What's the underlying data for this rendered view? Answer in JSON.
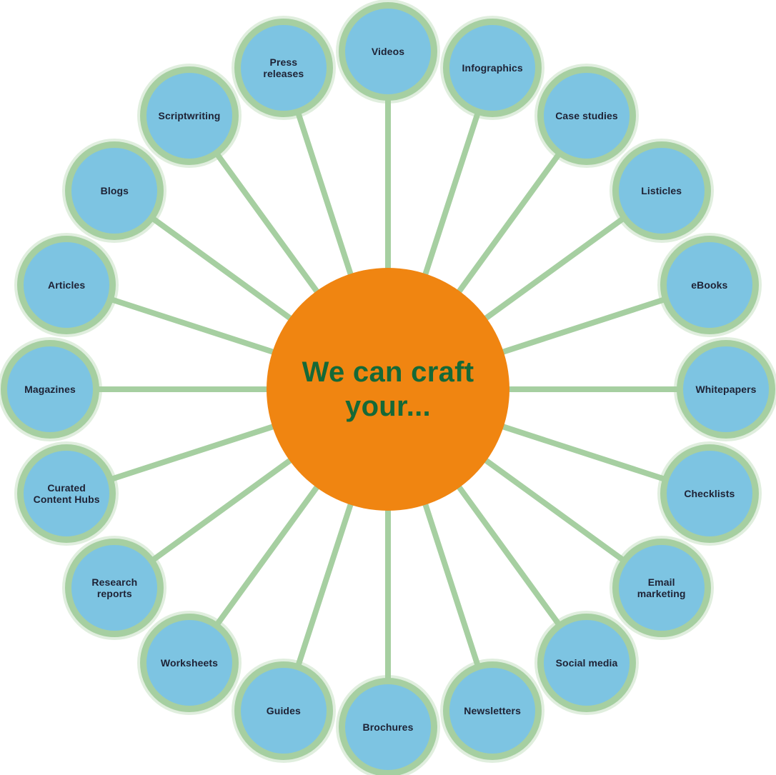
{
  "diagram": {
    "type": "radial-spoke",
    "center_label": "We can craft your...",
    "nodes": [
      {
        "label": "Videos"
      },
      {
        "label": "Infographics"
      },
      {
        "label": "Case studies"
      },
      {
        "label": "Listicles"
      },
      {
        "label": "eBooks"
      },
      {
        "label": "Whitepapers"
      },
      {
        "label": "Checklists"
      },
      {
        "label": "Email marketing"
      },
      {
        "label": "Social media"
      },
      {
        "label": "Newsletters"
      },
      {
        "label": "Brochures"
      },
      {
        "label": "Guides"
      },
      {
        "label": "Worksheets"
      },
      {
        "label": "Research reports"
      },
      {
        "label": "Curated Content Hubs"
      },
      {
        "label": "Magazines"
      },
      {
        "label": "Articles"
      },
      {
        "label": "Blogs"
      },
      {
        "label": "Scriptwriting"
      },
      {
        "label": "Press releases"
      }
    ],
    "colors": {
      "node_fill": "#7DC4E2",
      "node_border": "#A6CFA1",
      "spoke": "#A6CFA1",
      "node_text": "#1E2235",
      "center_fill": "#F08511",
      "center_text": "#156937"
    }
  }
}
